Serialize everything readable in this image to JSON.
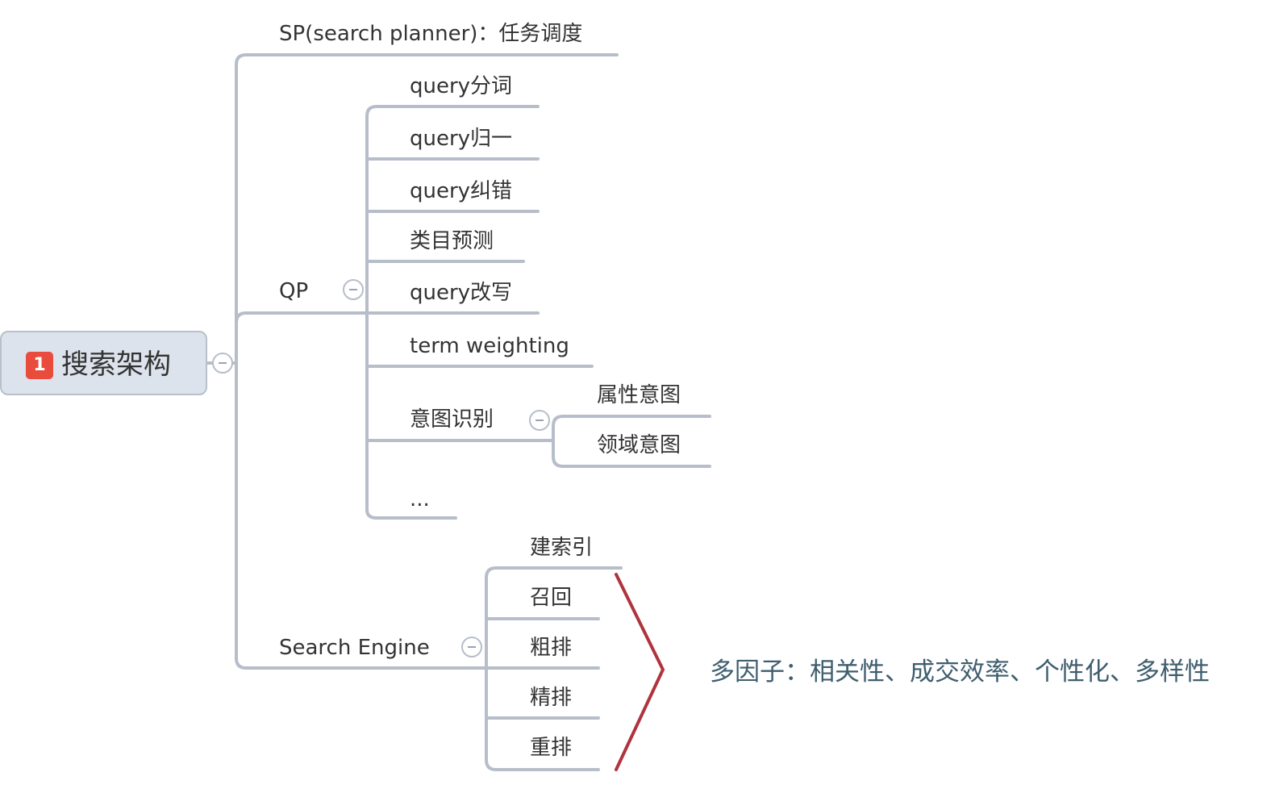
{
  "root": {
    "badge": "1",
    "label": "搜索架构"
  },
  "branches": {
    "sp": {
      "label": "SP(search planner)：任务调度"
    },
    "qp": {
      "label": "QP",
      "children": [
        "query分词",
        "query归一",
        "query纠错",
        "类目预测",
        "query改写",
        "term weighting",
        "意图识别",
        "..."
      ],
      "intent": {
        "children": [
          "属性意图",
          "领域意图"
        ]
      }
    },
    "se": {
      "label": "Search Engine",
      "children": [
        "建索引",
        "召回",
        "粗排",
        "精排",
        "重排"
      ]
    }
  },
  "annotation": {
    "text": "多因子：相关性、成交效率、个性化、多样性",
    "bracket_color": "#b0333d"
  },
  "colors": {
    "connector": "#b7bec9",
    "root_fill": "#dde3ec",
    "badge": "#e94b3c",
    "note_text": "#3f5e6e"
  }
}
